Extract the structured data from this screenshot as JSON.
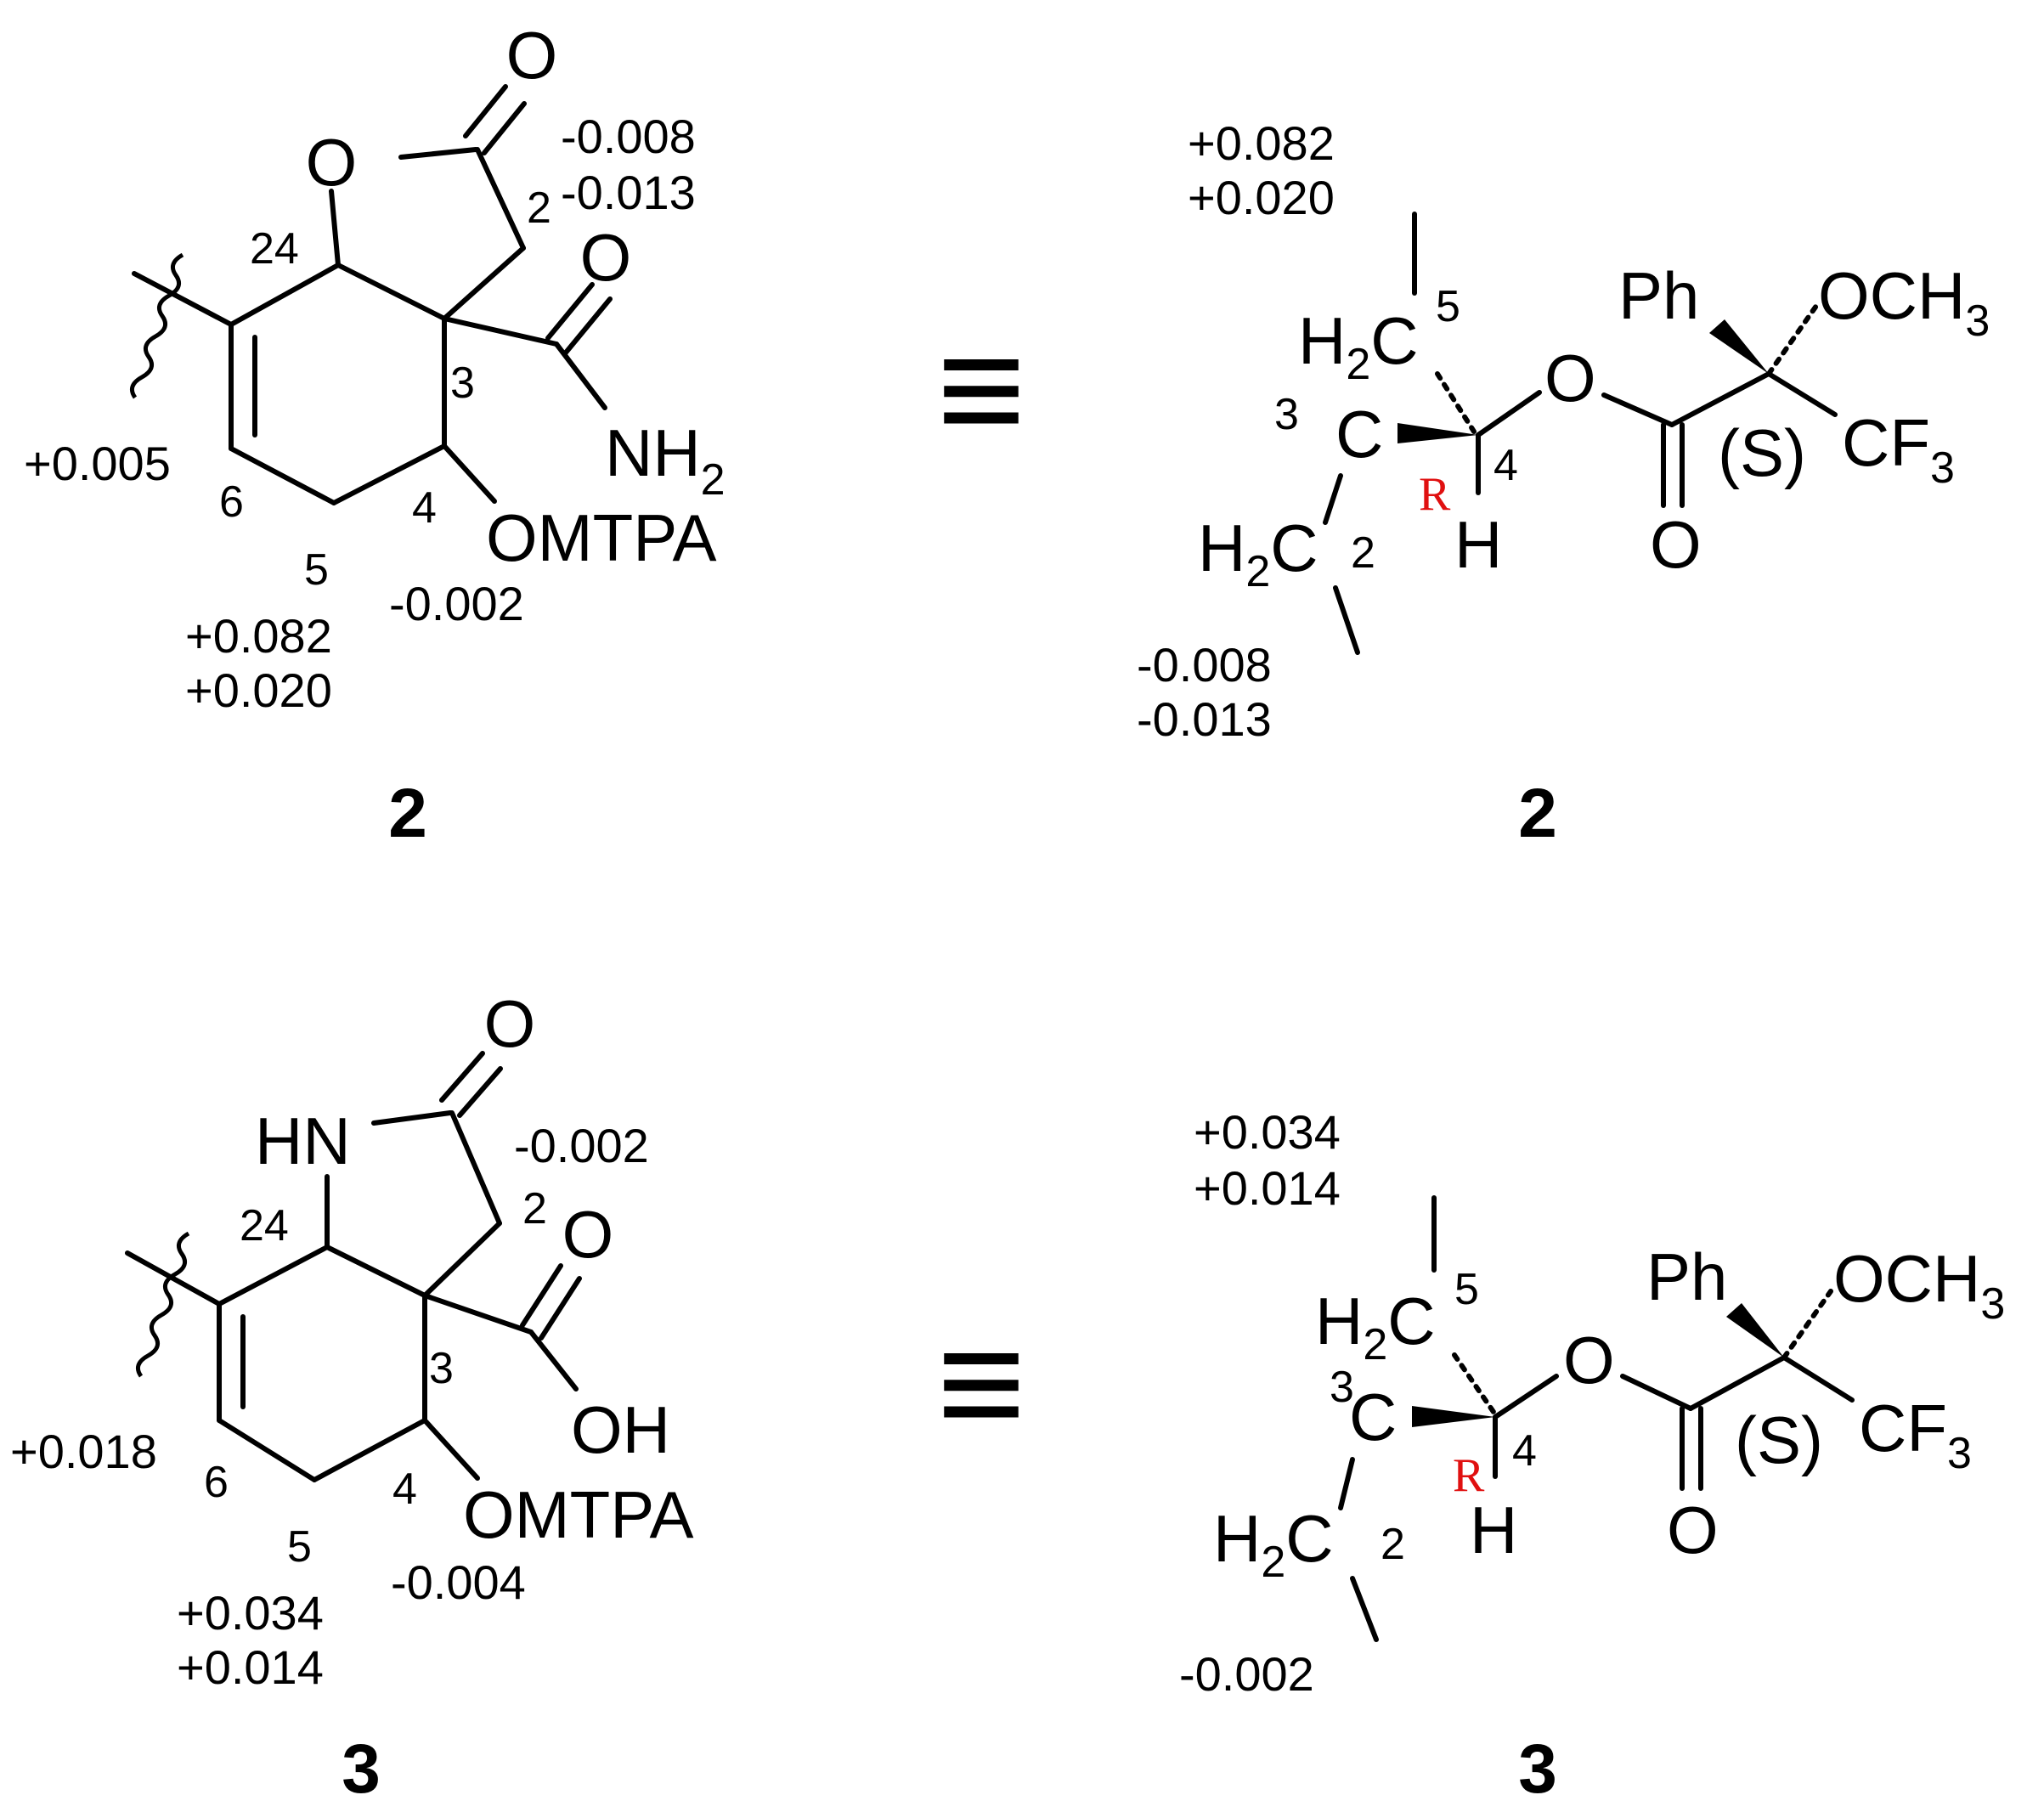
{
  "colors": {
    "ink": "#000000",
    "stereo_label": "#e01010",
    "background": "#ffffff"
  },
  "compound2": {
    "label": "2",
    "ring": {
      "O1": "O",
      "O2": "O",
      "N": "NH",
      "N_sub": "2",
      "OMTPA": "OMTPA",
      "C24": "24",
      "C2": "2",
      "C3": "3",
      "C4": "4",
      "C5": "5",
      "C6": "6",
      "d2a": "-0.008",
      "d2b": "-0.013",
      "d6": "+0.005",
      "d5a": "+0.082",
      "d5b": "+0.020",
      "d4": "-0.002"
    },
    "equiv": "≡",
    "newman": {
      "d5a": "+0.082",
      "d5b": "+0.020",
      "H2C_top": "H",
      "H2C_top_sub": "2",
      "H2C_top_C": "C",
      "n5": "5",
      "C3": "C",
      "n3": "3",
      "R": "R",
      "n4": "4",
      "H": "H",
      "H2C_bot": "H",
      "H2C_bot_sub": "2",
      "H2C_bot_C": "C",
      "n2": "2",
      "d2a": "-0.008",
      "d2b": "-0.013",
      "O_est": "O",
      "O_carb": "O",
      "Ph": "Ph",
      "OCH": "OCH",
      "OCH_sub": "3",
      "S": "(S)",
      "CF": "CF",
      "CF_sub": "3"
    }
  },
  "compound3": {
    "label": "3",
    "ring": {
      "HN": "HN",
      "O_lac": "O",
      "O_acid": "O",
      "OH": "OH",
      "OMTPA": "OMTPA",
      "C24": "24",
      "C2": "2",
      "C3": "3",
      "C4": "4",
      "C5": "5",
      "C6": "6",
      "d2": "-0.002",
      "d6": "+0.018",
      "d5a": "+0.034",
      "d5b": "+0.014",
      "d4": "-0.004"
    },
    "equiv": "≡",
    "newman": {
      "d5a": "+0.034",
      "d5b": "+0.014",
      "H2C_top": "H",
      "H2C_top_sub": "2",
      "H2C_top_C": "C",
      "n5": "5",
      "C3": "C",
      "n3": "3",
      "R": "R",
      "n4": "4",
      "H": "H",
      "H2C_bot": "H",
      "H2C_bot_sub": "2",
      "H2C_bot_C": "C",
      "n2": "2",
      "d2": "-0.002",
      "O_est": "O",
      "O_carb": "O",
      "Ph": "Ph",
      "OCH": "OCH",
      "OCH_sub": "3",
      "S": "(S)",
      "CF": "CF",
      "CF_sub": "3"
    }
  }
}
